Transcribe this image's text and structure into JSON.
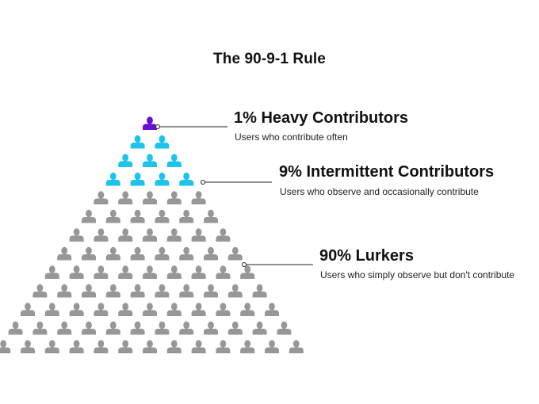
{
  "title": "The 90-9-1 Rule",
  "tiers": [
    {
      "label": "1% Heavy Contributors",
      "description": "Users who contribute often",
      "color": "#6a0dd6"
    },
    {
      "label": "9% Intermittent Contributors",
      "description": "Users who observe and occasionally contribute",
      "color": "#1ec3ec"
    },
    {
      "label": "90% Lurkers",
      "description": "Users who simply observe but don't contribute",
      "color": "#979797"
    }
  ],
  "pyramid": {
    "row_counts": [
      1,
      2,
      3,
      4,
      5,
      6,
      7,
      8,
      9,
      10,
      11,
      12,
      13
    ],
    "row_tiers": [
      0,
      1,
      1,
      1,
      2,
      2,
      2,
      2,
      2,
      2,
      2,
      2,
      2
    ],
    "connector_color": "#222222"
  }
}
